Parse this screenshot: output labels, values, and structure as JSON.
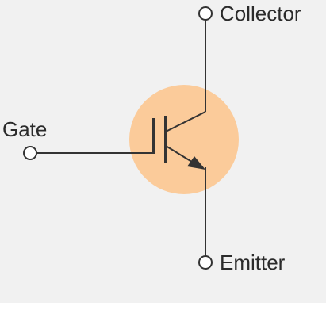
{
  "diagram": {
    "terminals": {
      "collector": {
        "label": "Collector"
      },
      "gate": {
        "label": "Gate"
      },
      "emitter": {
        "label": "Emitter"
      }
    },
    "colors": {
      "background": "#f1f1f1",
      "highlight_circle": "#fbcb9a",
      "line": "#333333",
      "text": "#2b2b2b"
    }
  }
}
